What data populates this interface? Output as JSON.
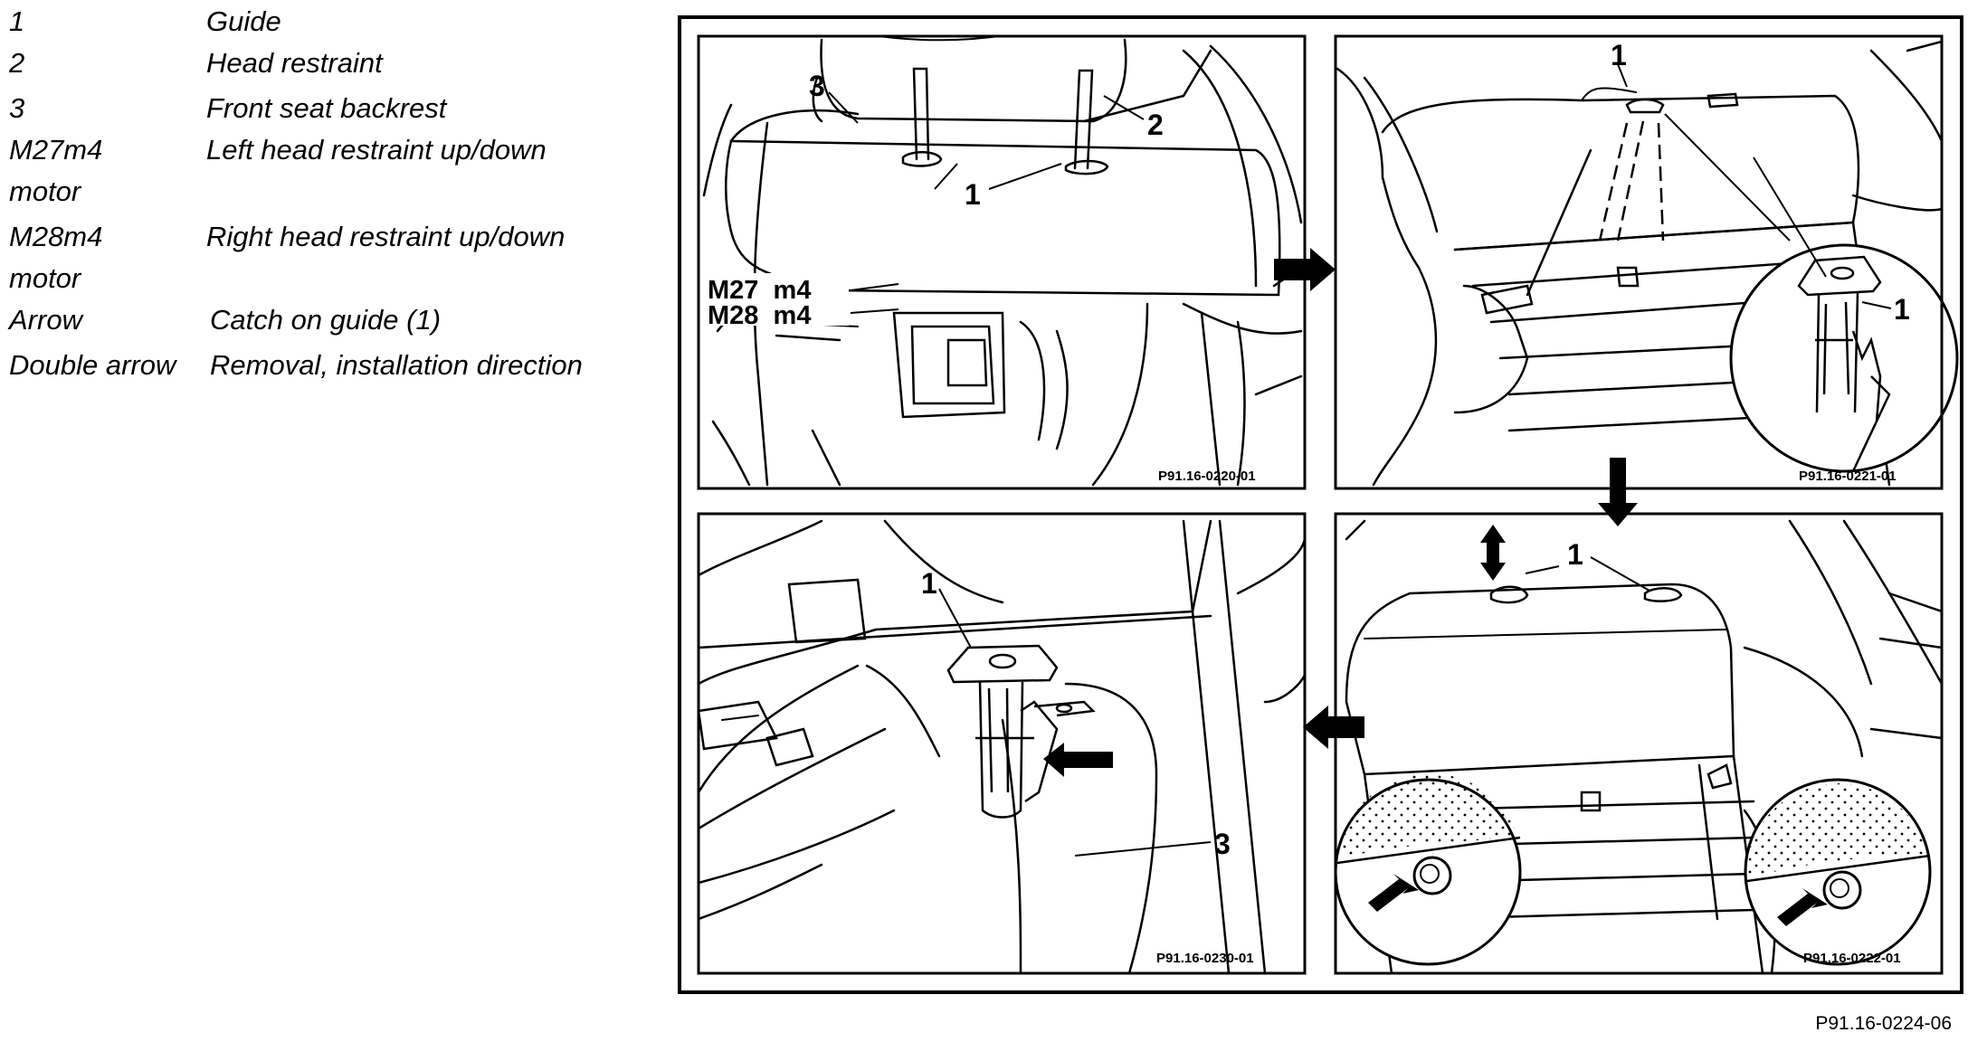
{
  "legend": [
    {
      "key": "1",
      "desc": "Guide"
    },
    {
      "key": "2",
      "desc": "Head restraint"
    },
    {
      "key": "3",
      "desc": "Front seat backrest"
    },
    {
      "key": "M27m4",
      "desc": "Left head restraint up/down",
      "cont": "motor"
    },
    {
      "key": "M28m4",
      "desc": "Right head restraint up/down",
      "cont": "motor"
    },
    {
      "key": "Arrow",
      "desc": "Catch on guide (1)"
    },
    {
      "key": "Double arrow",
      "desc": "Removal, installation direction"
    }
  ],
  "panels": {
    "p1": {
      "code": "P91.16-0220-01",
      "labels": {
        "n1": "1",
        "n2": "2",
        "n3": "3",
        "m27": "M27  m4",
        "m28": "M28  m4"
      }
    },
    "p2": {
      "code": "P91.16-0221-01",
      "labels": {
        "n1": "1",
        "n1b": "1"
      }
    },
    "p3": {
      "code": "P91.16-0230-01",
      "labels": {
        "n1": "1",
        "n3": "3"
      }
    },
    "p4": {
      "code": "P91.16-0222-01",
      "labels": {
        "n1": "1"
      }
    }
  },
  "figure_ref": "P91.16-0224-06"
}
